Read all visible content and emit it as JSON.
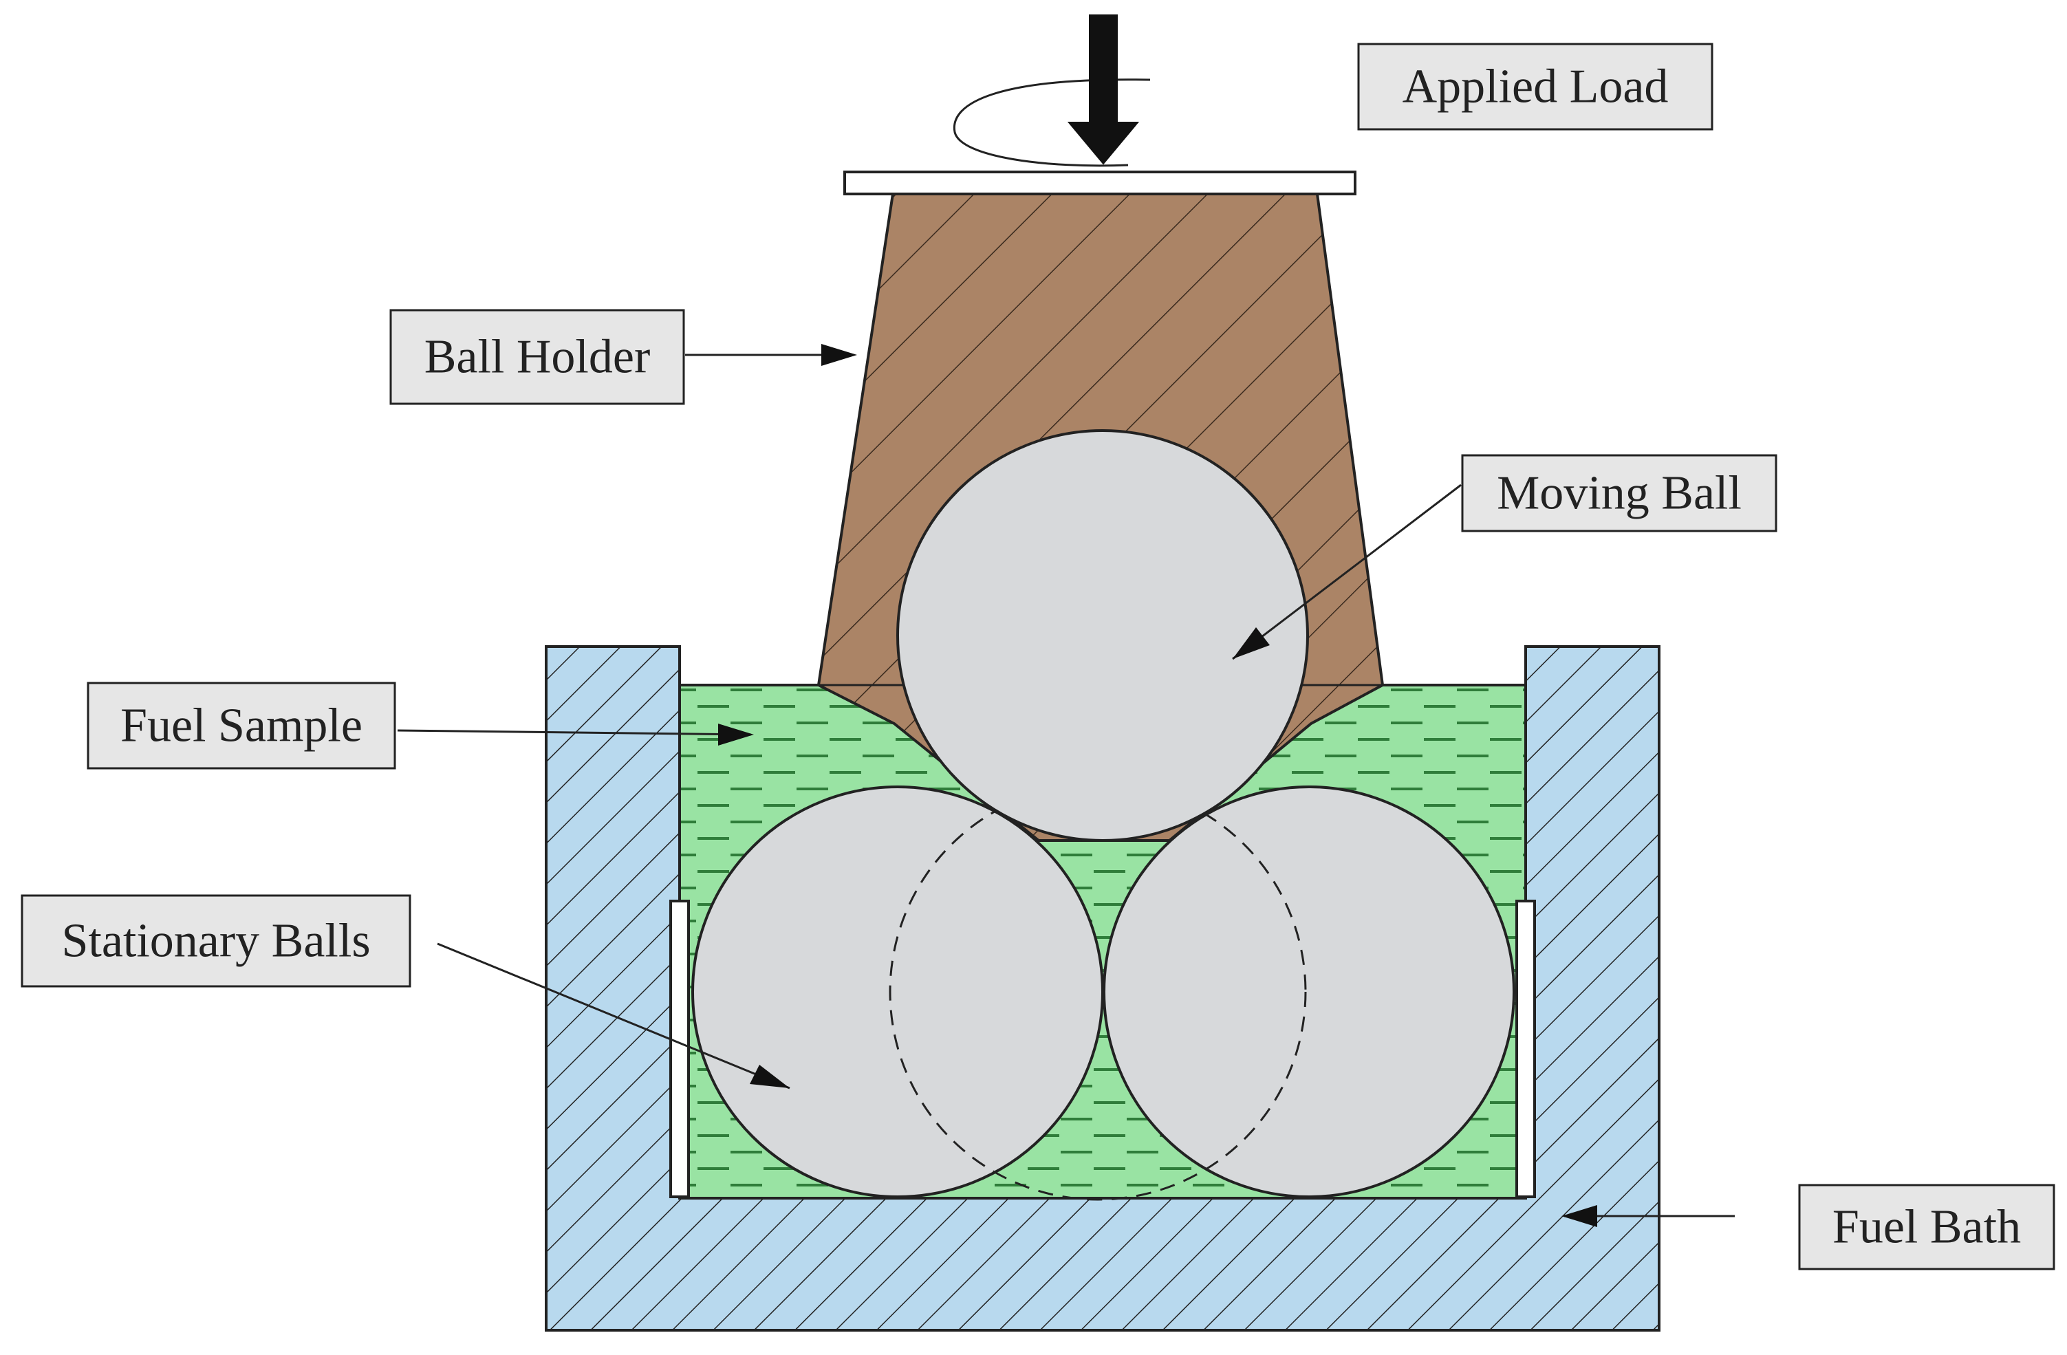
{
  "labels": {
    "applied_load": "Applied Load",
    "ball_holder": "Ball Holder",
    "moving_ball": "Moving Ball",
    "fuel_sample": "Fuel Sample",
    "stationary_balls": "Stationary Balls",
    "fuel_bath": "Fuel Bath"
  },
  "colors": {
    "ball_holder": "#ab8466",
    "fuel_bath": "#b8d9ee",
    "fuel_sample": "#99e3a3",
    "fuel_dash": "#2f7d3a",
    "ball": "#d7d9db",
    "label_fill": "#e6e6e6",
    "outline": "#222222"
  }
}
